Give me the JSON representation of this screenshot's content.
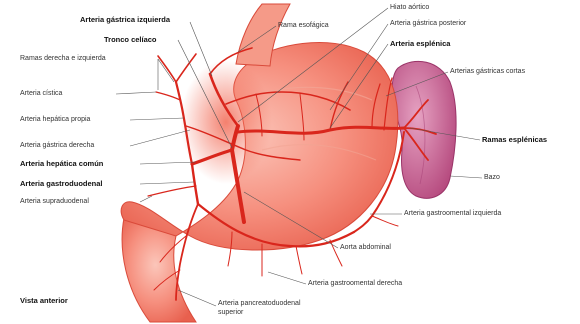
{
  "diagram": {
    "view_caption": "Vista anterior",
    "labels": {
      "arteria_gastrica_izquierda": "Arteria gástrica izquierda",
      "tronco_celiaco": "Tronco celíaco",
      "ramas_derecha_izquierda": "Ramas derecha e izquierda",
      "arteria_cistica": "Arteria cística",
      "arteria_hepatica_propia": "Arteria hepática propia",
      "arteria_gastrica_derecha": "Arteria gástrica derecha",
      "arteria_hepatica_comun": "Arteria hepática común",
      "arteria_gastroduodenal": "Arteria gastroduodenal",
      "arteria_supraduodenal": "Arteria supraduodenal",
      "rama_esofagica": "Rama esofágica",
      "hiato_aortico": "Hiato aórtico",
      "arteria_gastrica_posterior": "Arteria gástrica posterior",
      "arteria_esplenica": "Arteria esplénica",
      "arterias_gastricas_cortas": "Arterias gástricas cortas",
      "ramas_esplenicas": "Ramas esplénicas",
      "bazo": "Bazo",
      "arteria_gastroomental_izquierda": "Arteria gastroomental izquierda",
      "aorta_abdominal": "Aorta abdominal",
      "arteria_gastroomental_derecha": "Arteria gastroomental derecha",
      "arteria_pancreatoduodenal_1": "Arteria pancreatoduodenal",
      "arteria_pancreatoduodenal_2": "superior"
    },
    "colors": {
      "stomach": "#f47c6c",
      "stomach_light": "#f9b2a4",
      "artery": "#d9261c",
      "spleen": "#c45a8c",
      "leader": "#555555"
    }
  }
}
